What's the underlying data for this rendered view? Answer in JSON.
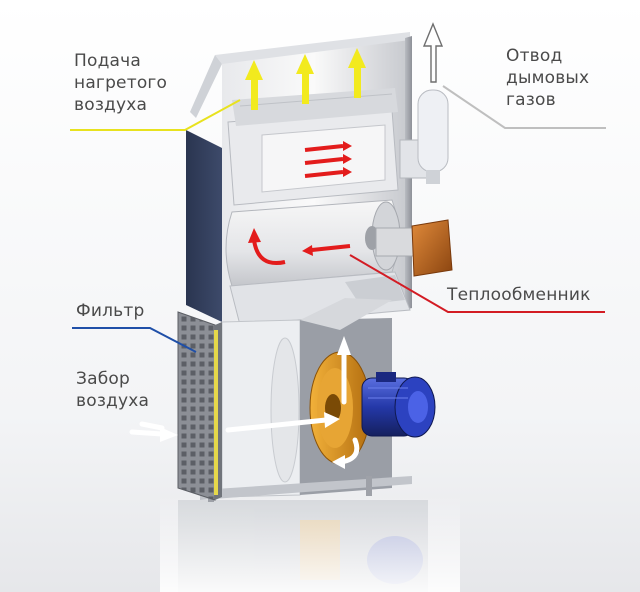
{
  "labels": {
    "supply": [
      "Подача",
      "нагретого",
      "воздуха"
    ],
    "exhaust": [
      "Отвод",
      "дымовых",
      "газов"
    ],
    "exchanger": "Теплообменник",
    "filter": "Фильтр",
    "intake": [
      "Забор",
      "воздуха"
    ]
  },
  "colors": {
    "hot_air": "#f2ea1e",
    "flame": "#e31c1c",
    "filter_line": "#1f4fa8",
    "supply_line": "#e8e21e",
    "exchanger_line": "#d31c24",
    "exhaust_line": "#bfbfbf",
    "motor": "#2438a8",
    "fan": "#d9911c",
    "burner": "#c2661a"
  },
  "icons": {
    "supply": "yellow-up-arrow-icon",
    "exhaust": "hollow-up-arrow-icon",
    "flame": "red-arrow-icon",
    "intake": "white-arrow-icon"
  }
}
